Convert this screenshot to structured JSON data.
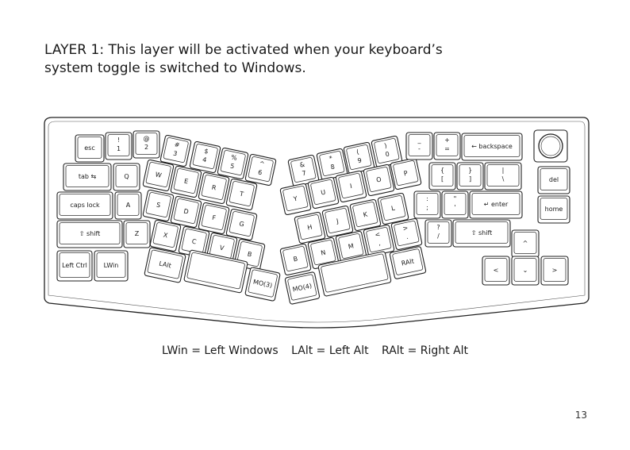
{
  "heading": {
    "line1": "LAYER 1: This layer will be activated when your keyboard’s",
    "line2": "system toggle is switched to Windows."
  },
  "legend": {
    "lwin": "LWin = Left Windows",
    "lalt": "LAlt = Left Alt",
    "ralt": "RAlt = Right Alt"
  },
  "page_number": "13",
  "keys": {
    "esc": [
      "esc"
    ],
    "k1": [
      "!",
      "1"
    ],
    "k2": [
      "@",
      "2"
    ],
    "k3": [
      "#",
      "3"
    ],
    "k4": [
      "$",
      "4"
    ],
    "k5": [
      "%",
      "5"
    ],
    "k6": [
      "^",
      "6"
    ],
    "k7": [
      "&",
      "7"
    ],
    "k8": [
      "*",
      "8"
    ],
    "k9": [
      "(",
      "9"
    ],
    "k0": [
      ")",
      "0"
    ],
    "minus": [
      "_",
      "-"
    ],
    "equal": [
      "+",
      "="
    ],
    "backspace": [
      "← backspace"
    ],
    "tab": [
      "tab ⇆"
    ],
    "q": [
      "Q"
    ],
    "w": [
      "W"
    ],
    "e": [
      "E"
    ],
    "r": [
      "R"
    ],
    "t": [
      "T"
    ],
    "y": [
      "Y"
    ],
    "u": [
      "U"
    ],
    "i": [
      "I"
    ],
    "o": [
      "O"
    ],
    "p": [
      "P"
    ],
    "lbracket": [
      "{",
      "["
    ],
    "rbracket": [
      "}",
      "]"
    ],
    "backslash": [
      "|",
      "\\"
    ],
    "del": [
      "del"
    ],
    "home": [
      "home"
    ],
    "caps": [
      "caps lock"
    ],
    "a": [
      "A"
    ],
    "s": [
      "S"
    ],
    "d": [
      "D"
    ],
    "f": [
      "F"
    ],
    "g": [
      "G"
    ],
    "h": [
      "H"
    ],
    "j": [
      "J"
    ],
    "k": [
      "K"
    ],
    "l": [
      "L"
    ],
    "semicolon": [
      ":",
      ";"
    ],
    "quote": [
      "\"",
      "'"
    ],
    "enter": [
      "↵ enter"
    ],
    "lshift": [
      "⇧ shift"
    ],
    "z": [
      "Z"
    ],
    "x": [
      "X"
    ],
    "c": [
      "C"
    ],
    "v": [
      "V"
    ],
    "b1": [
      "B"
    ],
    "b2": [
      "B"
    ],
    "n": [
      "N"
    ],
    "m": [
      "M"
    ],
    "comma": [
      "<",
      ","
    ],
    "period": [
      ">",
      "."
    ],
    "slash": [
      "?",
      "/"
    ],
    "rshift": [
      "⇧ shift"
    ],
    "up": [
      "^"
    ],
    "lctrl": [
      "Left Ctrl"
    ],
    "lwin": [
      "LWin"
    ],
    "lalt": [
      "LAlt"
    ],
    "mo3": [
      "MO(3)"
    ],
    "mo4": [
      "MO(4)"
    ],
    "ralt": [
      "RAlt"
    ],
    "left": [
      "<"
    ],
    "down": [
      "⌄"
    ],
    "right": [
      ">"
    ]
  }
}
